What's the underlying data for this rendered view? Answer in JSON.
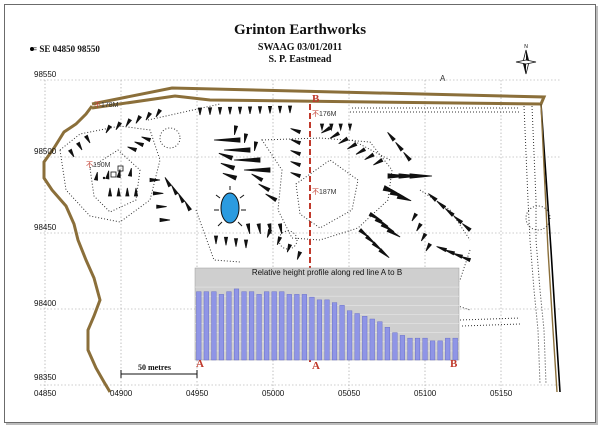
{
  "title": "Grinton Earthworks",
  "subtitle": "SWAAG 03/01/2011",
  "author": "S. P. Eastmead",
  "reference": "= SE 04850 98550",
  "north_arrow": "north-arrow-icon",
  "y_ticks": [
    "98550",
    "98500",
    "98450",
    "98400",
    "98350"
  ],
  "x_ticks": [
    "04850",
    "04900",
    "04950",
    "05000",
    "05050",
    "05100",
    "05150"
  ],
  "features": {
    "f1": "178M",
    "f2": "190M",
    "f3": "176M",
    "f4": "187M"
  },
  "scale": "50 metres",
  "section_line": {
    "start": "B",
    "end": "A",
    "color": "#c0392b"
  },
  "corner_label": "A",
  "colors": {
    "boundary": "#8b6f3a",
    "pond": "#2b9be0",
    "grid": "#9a9a9a",
    "bars": "#8f95e6",
    "profile_bg": "#cfcfcf"
  },
  "profile": {
    "title": "Relative height profile along red line A to B",
    "label_left": "A",
    "label_right": "B",
    "ylim": [
      0,
      30
    ],
    "values": [
      25,
      25,
      25,
      24,
      25,
      26,
      25,
      25,
      24,
      25,
      25,
      25,
      24,
      24,
      24,
      23,
      22,
      22,
      21,
      20,
      18,
      17,
      16,
      15,
      14,
      12,
      10,
      9,
      8,
      8,
      8,
      7,
      7,
      8,
      8
    ]
  }
}
